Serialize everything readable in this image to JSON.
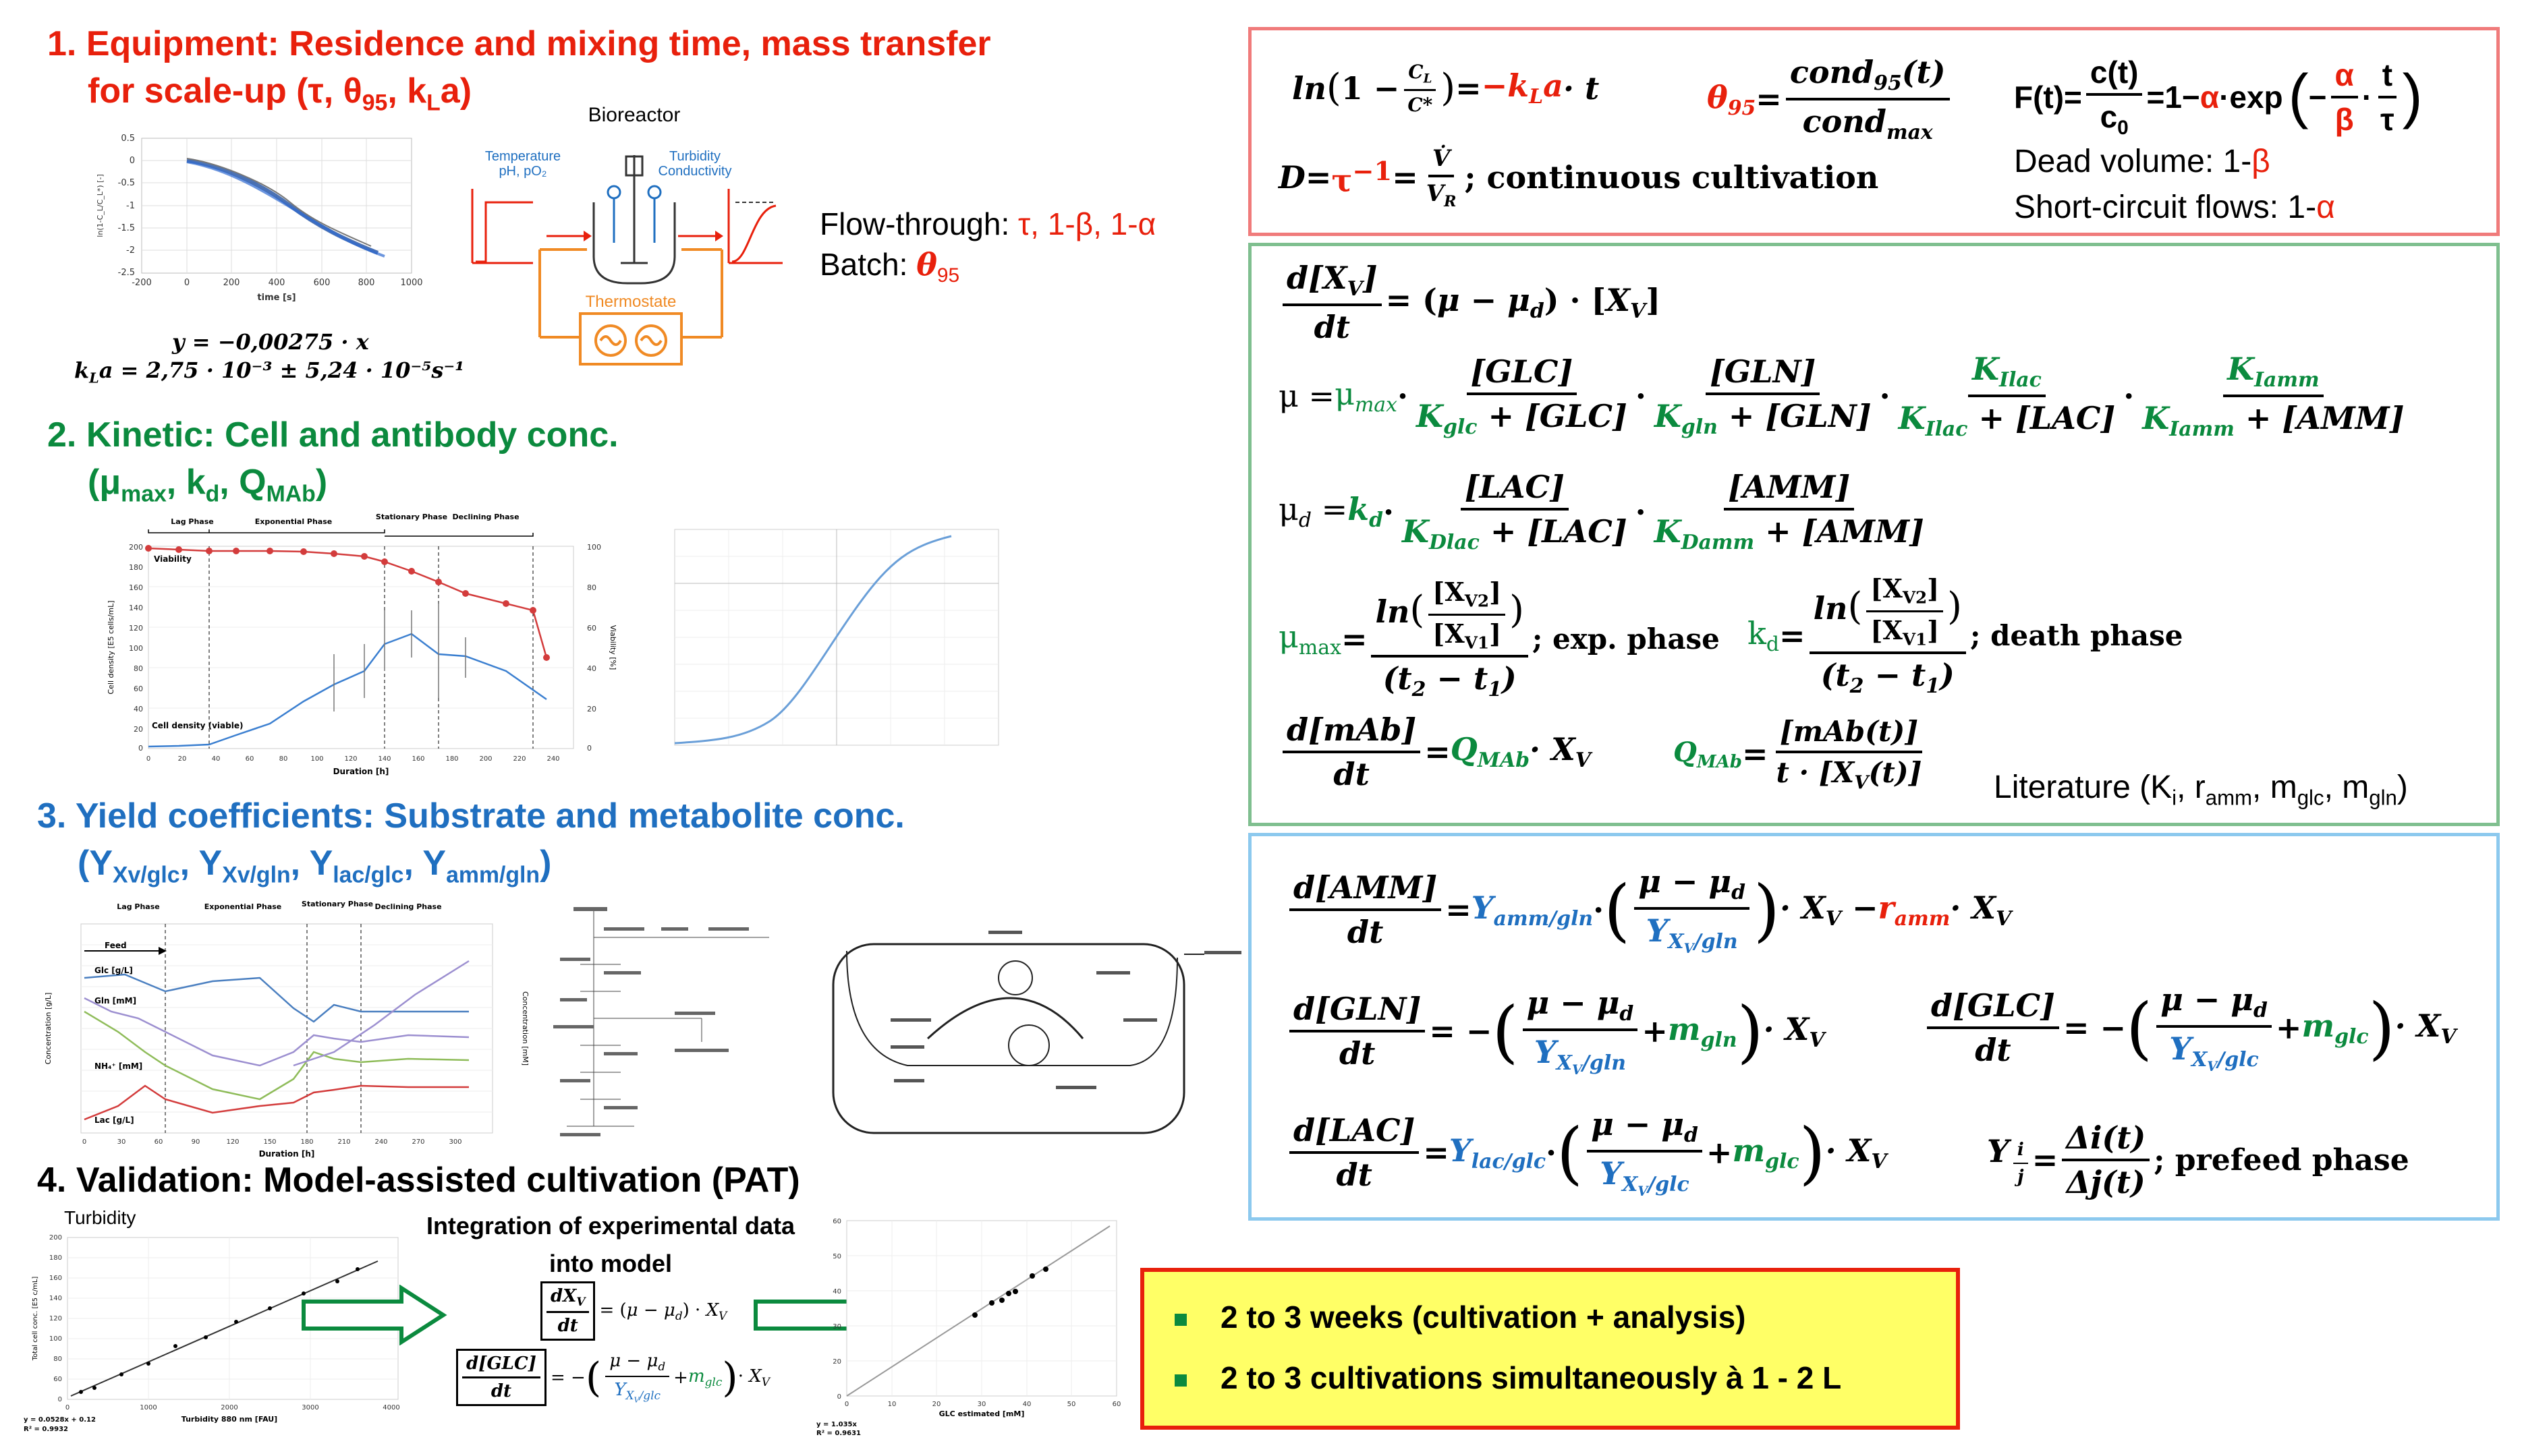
{
  "sections": {
    "s1": {
      "line1": "1. Equipment: Residence and mixing time, mass transfer",
      "line2": "for scale-up (τ, θ",
      "line2_sub": "95",
      "line2_end": ", k",
      "line2_l": "L",
      "line2_a": "a)"
    },
    "s2": {
      "line1": "2. Kinetic: Cell and antibody conc.",
      "line2": "(μ",
      "max": "max",
      "kd": ", k",
      "d": "d",
      "q": ", Q",
      "mab": "MAb",
      "close": ")"
    },
    "s3": {
      "line1": "3. Yield coefficients: Substrate and metabolite conc.",
      "line2": "(Y",
      "a": "Xv/glc",
      "b": ", Y",
      "c": "Xv/gln",
      "d": ", Y",
      "e": "lac/glc",
      "f": ", Y",
      "g": "amm/gln",
      "h": ")"
    },
    "s4": {
      "line1": "4. Validation: Model-assisted cultivation (PAT)"
    }
  },
  "equipment": {
    "bioreactor_label": "Bioreactor",
    "temp_label": "Temperature",
    "ph_label": "pH, pO₂",
    "turbidity_label": "Turbidity",
    "conductivity_label": "Conductivity",
    "thermostate_label": "Thermostate",
    "fit_eq": "y = −0,00275 · x",
    "kla_eq": "k",
    "kla_rest": "a = 2,75 · 10⁻³ ± 5,24 · 10⁻⁵s⁻¹",
    "kla_sub": "L",
    "flow_through": "Flow-through: ",
    "flow_vals": "τ, 1-β, 1-α",
    "batch": "Batch: ",
    "batch_val": "θ",
    "batch_sub": "95"
  },
  "chart_kla": {
    "yaxis_ticks": [
      "0.5",
      "0",
      "-0.5",
      "-1",
      "-1.5",
      "-2",
      "-2.5"
    ],
    "xaxis_ticks": [
      "-200",
      "0",
      "200",
      "400",
      "600",
      "800",
      "1000"
    ],
    "xlabel": "time [s]",
    "ylabel": "ln(1-C_L/C_L*) [-]"
  },
  "chart_growth": {
    "phases": [
      "Lag Phase",
      "Exponential Phase",
      "Stationary Phase",
      "Declining Phase"
    ],
    "viability_label": "Viability",
    "cell_density_label": "Cell density (viable)",
    "ylabel": "Cell density [E5 cells/mL]",
    "y2label": "Viability [%]",
    "xlabel": "Duration [h]"
  },
  "chart_conc": {
    "phases": [
      "Lag Phase",
      "Exponential Phase",
      "Stationary Phase",
      "Declining Phase"
    ],
    "feed_label": "Feed",
    "glc_label": "Glc [g/L]",
    "gln_label": "Gln [mM]",
    "nh4_label": "NH₄⁺ [mM]",
    "lac_label": "Lac [g/L]",
    "xlabel": "Duration [h]",
    "ylabel": "Concentration [g/L]",
    "y2label": "Concentration [mM]"
  },
  "validation": {
    "turbidity_title": "Turbidity",
    "integration_line1": "Integration of experimental data",
    "integration_line2": "into model",
    "fit1": "y = 0.0528x + 0.12",
    "r1": "R² = 0.9932",
    "x1label": "Turbidity 880 nm [FAU]",
    "y1label": "Total cell conc. [E5 c/mL]",
    "fit2": "y = 1.035x",
    "r2": "R² = 0.9631",
    "x2label": "GLC estimated [mM]"
  },
  "box_red": {
    "f_label": "F(t)=",
    "dead_volume": "Dead volume: 1-",
    "dead_beta": "β",
    "short_circuit": "Short-circuit flows: 1-",
    "short_alpha": "α",
    "continuous": "; continuous cultivation"
  },
  "box_green": {
    "exp_phase": "; exp. phase",
    "death_phase": "; death phase",
    "literature": "Literature (K",
    "lit_i": "i",
    "lit_r": ", r",
    "lit_amm": "amm",
    "lit_m": ", m",
    "lit_glc": "glc",
    "lit_m2": ", m",
    "lit_gln": "gln",
    "lit_close": ")"
  },
  "box_blue": {
    "prefeed": "; prefeed phase"
  },
  "notes": {
    "item1": "2 to 3 weeks (cultivation + analysis)",
    "item2": "2 to 3 cultivations simultaneously à 1 - 2 L"
  },
  "colors": {
    "red": "#e8200c",
    "green": "#0b8a3e",
    "blue": "#1f6fc0",
    "orange": "#f08a24",
    "note_bg": "#ffff66"
  }
}
